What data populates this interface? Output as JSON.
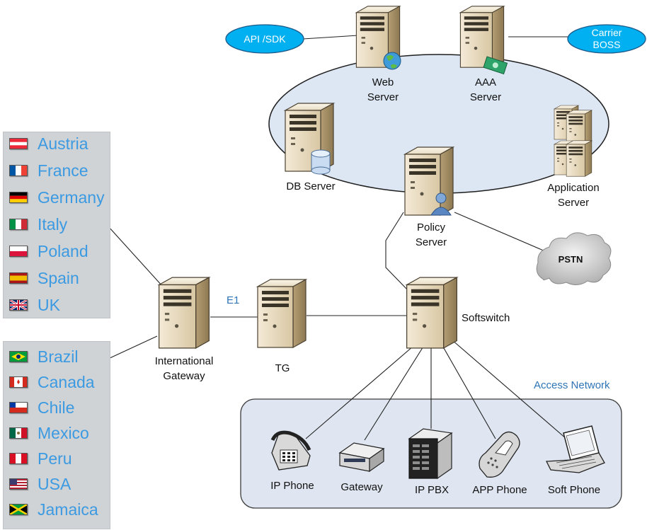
{
  "colors": {
    "country_text": "#3b9ae1",
    "link_label": "#2e75b6",
    "core_ellipse_fill": "#dde6f3",
    "access_box_fill": "#dfe6f1",
    "service_oval_fill": "#00b0f0",
    "line": "#222222"
  },
  "services": {
    "api_sdk": "API /SDK",
    "carrier_boss": [
      "Carrier",
      "BOSS"
    ]
  },
  "core": {
    "web_server": [
      "Web",
      "Server"
    ],
    "aaa_server": [
      "AAA",
      "Server"
    ],
    "db_server": "DB Server",
    "application_server": [
      "Application",
      "Server"
    ],
    "policy_server": [
      "Policy",
      "Server"
    ]
  },
  "pstn": "PSTN",
  "middle": {
    "international_gateway": [
      "International",
      "Gateway"
    ],
    "e1": "E1",
    "tg": "TG",
    "softswitch": "Softswitch"
  },
  "access_network": {
    "title": "Access Network",
    "devices": [
      "IP Phone",
      "Gateway",
      "IP PBX",
      "APP Phone",
      "Soft Phone"
    ]
  },
  "countries_europe": [
    {
      "name": "Austria",
      "flag": "austria-flag-icon"
    },
    {
      "name": "France",
      "flag": "france-flag-icon"
    },
    {
      "name": "Germany",
      "flag": "germany-flag-icon"
    },
    {
      "name": "Italy",
      "flag": "italy-flag-icon"
    },
    {
      "name": "Poland",
      "flag": "poland-flag-icon"
    },
    {
      "name": "Spain",
      "flag": "spain-flag-icon"
    },
    {
      "name": "UK",
      "flag": "uk-flag-icon"
    }
  ],
  "countries_americas": [
    {
      "name": "Brazil",
      "flag": "brazil-flag-icon"
    },
    {
      "name": "Canada",
      "flag": "canada-flag-icon"
    },
    {
      "name": "Chile",
      "flag": "chile-flag-icon"
    },
    {
      "name": "Mexico",
      "flag": "mexico-flag-icon"
    },
    {
      "name": "Peru",
      "flag": "peru-flag-icon"
    },
    {
      "name": "USA",
      "flag": "usa-flag-icon"
    },
    {
      "name": "Jamaica",
      "flag": "jamaica-flag-icon"
    }
  ]
}
